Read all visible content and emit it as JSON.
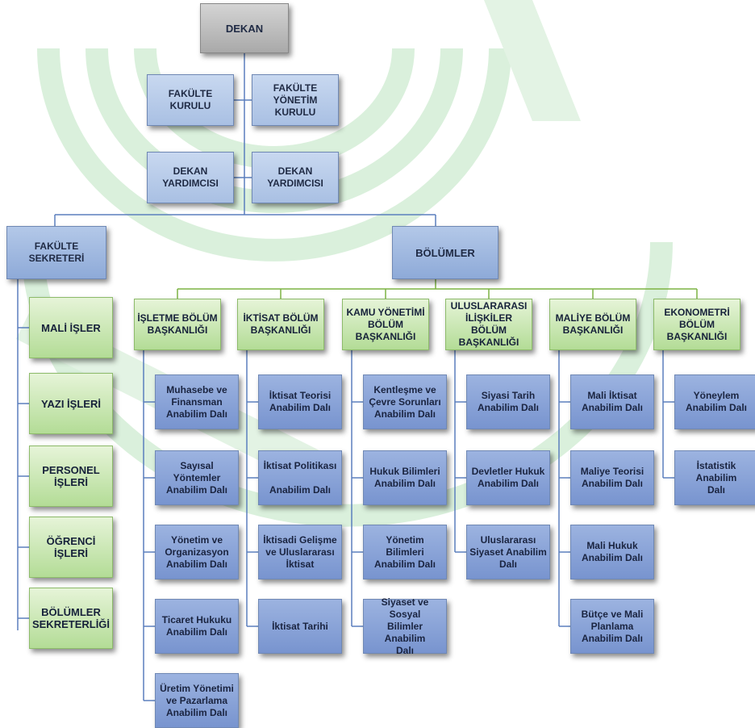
{
  "dean": "DEKAN",
  "boards": [
    "FAKÜLTE\nKURULU",
    "FAKÜLTE\nYÖNETİM KURULU"
  ],
  "vice_deans": [
    "DEKAN\nYARDIMCISI",
    "DEKAN\nYARDIMCISI"
  ],
  "faculty_secretary": "FAKÜLTE\nSEKRETERİ",
  "secretary_units": [
    "MALİ İŞLER",
    "YAZI İŞLERİ",
    "PERSONEL İŞLERİ",
    "ÖĞRENCİ İŞLERİ",
    "BÖLÜMLER\nSEKRETERLİĞİ"
  ],
  "departments_label": "BÖLÜMLER",
  "departments": [
    {
      "name": "İŞLETME  BÖLÜM\nBAŞKANLIĞI",
      "divisions": [
        "Muhasebe ve\nFinansman\nAnabilim Dalı",
        "Sayısal Yöntemler\nAnabilim Dalı",
        "Yönetim ve\nOrganizasyon\nAnabilim Dalı",
        "Ticaret Hukuku\nAnabilim Dalı",
        "Üretim Yönetimi\nve Pazarlama\nAnabilim Dalı"
      ]
    },
    {
      "name": "İKTİSAT BÖLÜM\nBAŞKANLIĞI",
      "divisions": [
        "İktisat Teorisi\nAnabilim Dalı",
        "İktisat Politikası\n\nAnabilim Dalı",
        "İktisadi Gelişme\nve Uluslararası\nİktisat",
        "İktisat Tarihi"
      ]
    },
    {
      "name": "KAMU YÖNETİMİ\nBÖLÜM\nBAŞKANLIĞI",
      "divisions": [
        "Kentleşme ve\nÇevre Sorunları\nAnabilim Dalı",
        "Hukuk Bilimleri\nAnabilim Dalı",
        "Yönetim Bilimleri\nAnabilim Dalı",
        "Siyaset ve Sosyal\nBilimler Anabilim\nDalı"
      ]
    },
    {
      "name": "ULUSLARARASI\nİLİŞKİLER BÖLÜM\nBAŞKANLIĞI",
      "divisions": [
        "Siyasi Tarih\nAnabilim Dalı",
        "Devletler Hukuk\nAnabilim Dalı",
        "Uluslararası\nSiyaset Anabilim\nDalı"
      ]
    },
    {
      "name": "MALİYE BÖLÜM\nBAŞKANLIĞI",
      "divisions": [
        "Mali İktisat\nAnabilim Dalı",
        "Maliye Teorisi\nAnabilim Dalı",
        "Mali Hukuk\nAnabilim Dalı",
        "Bütçe ve Mali\nPlanlama\nAnabilim Dalı"
      ]
    },
    {
      "name": "EKONOMETRİ\nBÖLÜM\nBAŞKANLIĞI",
      "divisions": [
        "Yöneylem\nAnabilim Dalı",
        "İstatistik Anabilim\nDalı"
      ]
    }
  ],
  "colors": {
    "tree_line": "#5b7fbd",
    "dept_line": "#7cb342",
    "watermark": "#d7eed7"
  }
}
